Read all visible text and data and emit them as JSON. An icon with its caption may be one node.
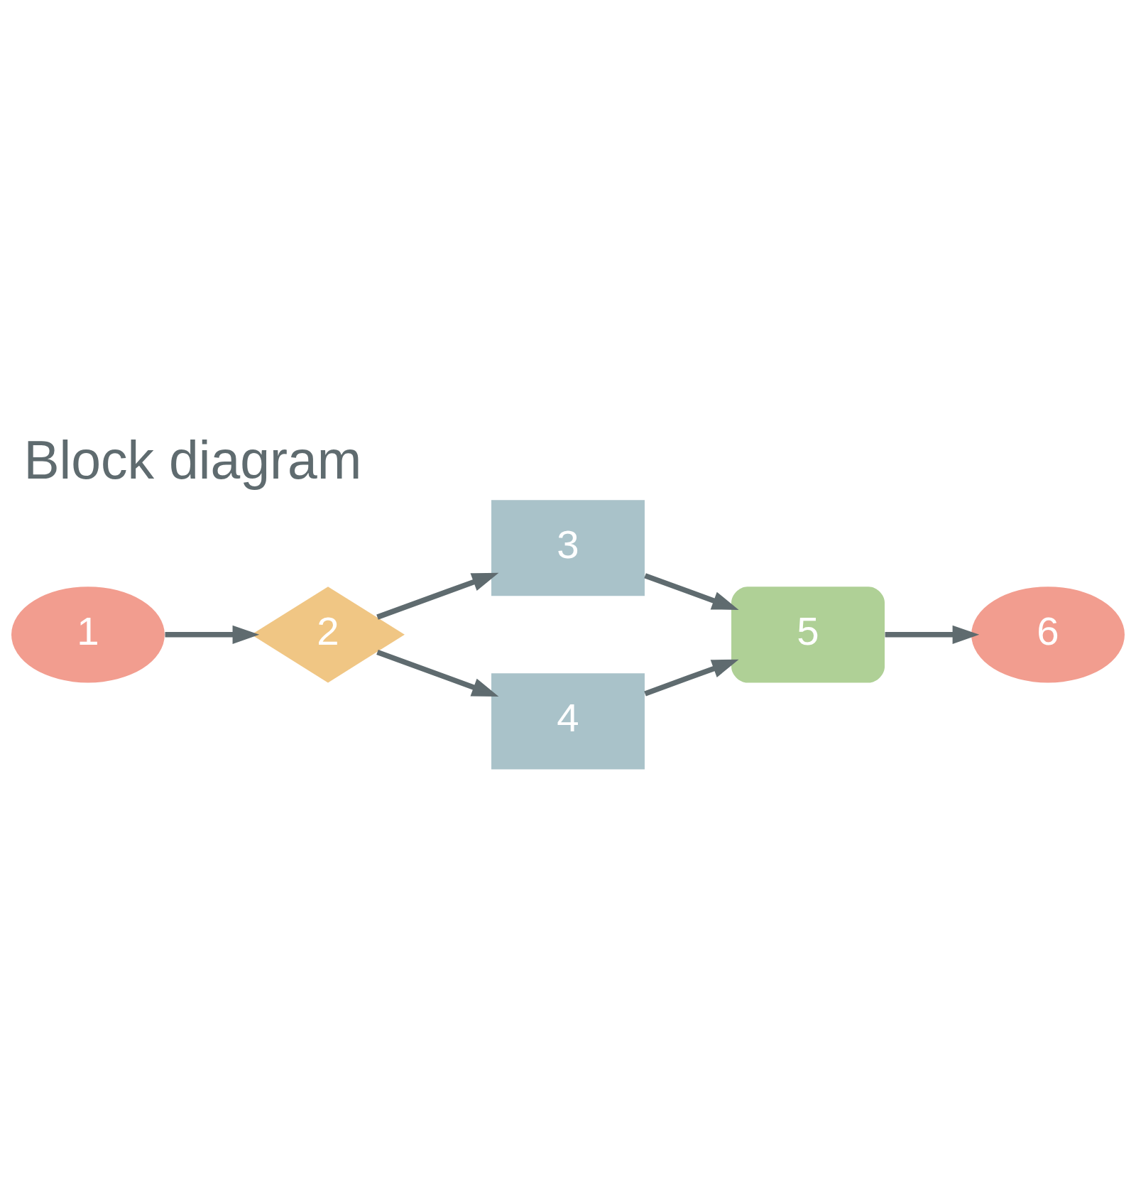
{
  "diagram": {
    "title": "Block diagram",
    "nodes": [
      {
        "text": [
          "1"
        ]
      },
      {
        "text": [
          "2"
        ]
      },
      {
        "text": [
          "3"
        ]
      },
      {
        "text": [
          "4"
        ]
      },
      {
        "text": [
          "5"
        ]
      },
      {
        "text": [
          "6"
        ]
      }
    ],
    "edges": [
      {
        "from": 0,
        "to": 1,
        "arrow": "to"
      },
      {
        "from": 1,
        "to": 3,
        "arrow": "to"
      },
      {
        "from": 1,
        "to": 2,
        "arrow": "to"
      },
      {
        "from": 2,
        "to": 4,
        "arrow": "to"
      },
      {
        "from": 3,
        "to": 4,
        "arrow": "to"
      },
      {
        "from": 4,
        "to": 5,
        "arrow": "to"
      }
    ]
  }
}
